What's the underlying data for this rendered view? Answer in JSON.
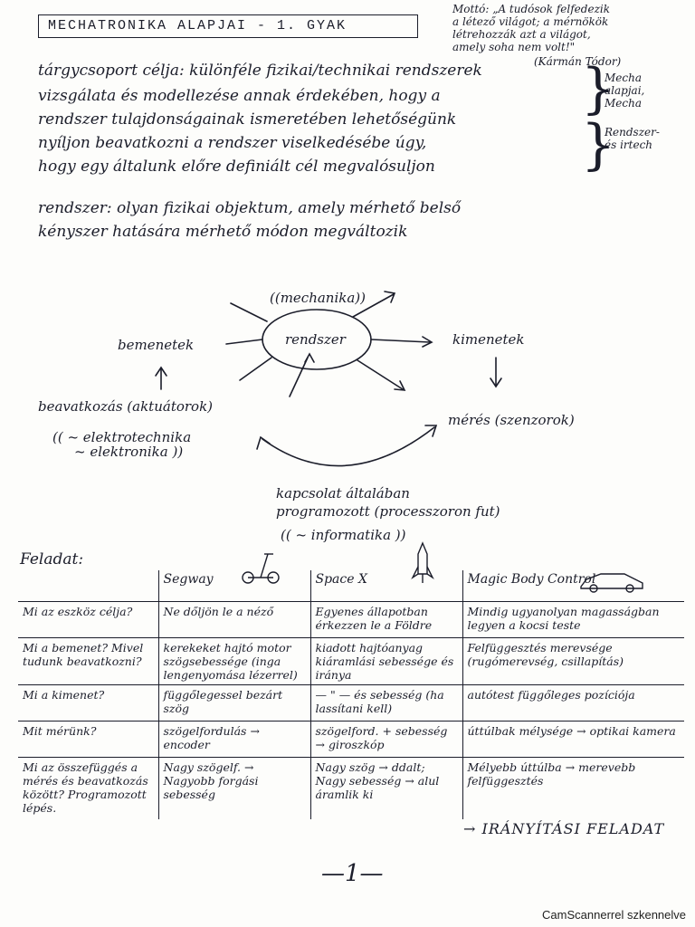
{
  "title": "MECHATRONIKA ALAPJAI - 1. GYAK",
  "motto": [
    "Mottó: „A tudósok felfedezik",
    "a létező világot; a mérnökök",
    "létrehozzák azt a világot,",
    "amely soha nem volt!\"",
    "(Kármán Tódor)"
  ],
  "intro_lines": [
    "tárgycsoport célja: különféle fizikai/technikai rendszerek",
    "vizsgálata és modellezése annak érdekében, hogy a",
    "rendszer tulajdonságainak ismeretében lehetőségünk",
    "nyíljon beavatkozni a rendszer viselkedésébe úgy,",
    "hogy egy általunk előre definiált cél megvalósuljon"
  ],
  "side_notes": {
    "first": [
      "Mecha",
      "alapjai,",
      "Mecha"
    ],
    "second": [
      "Rendszer-",
      "és irtech"
    ]
  },
  "definition_lines": [
    "rendszer: olyan fizikai objektum, amely mérhető belső",
    "kényszer hatására mérhető módon megváltozik"
  ],
  "diagram": {
    "top": "((mechanika))",
    "center": "rendszer",
    "left": "bemenetek",
    "right": "kimenetek",
    "actuation": "beavatkozás (aktuátorok)",
    "elec1": "(( ~ elektrotechnika",
    "elec2": "~ elektronika ))",
    "measure": "mérés (szenzorok)",
    "link1": "kapcsolat általában",
    "link2": "programozott (processzoron fut)",
    "info": "(( ~ informatika ))"
  },
  "tasks_label": "Feladat:",
  "table": {
    "columns": [
      "Segway",
      "Space X",
      "Magic Body Control"
    ],
    "rows": [
      {
        "q": "Mi az eszköz célja?",
        "c": [
          "Ne dőljön le a néző",
          "Egyenes állapotban érkezzen le a Földre",
          "Mindig ugyanolyan magasságban legyen a kocsi teste"
        ]
      },
      {
        "q": "Mi a bemenet? Mivel tudunk beavatkozni?",
        "c": [
          "kerekeket hajtó motor szögsebessége (inga lengenyomása lézerrel)",
          "kiadott hajtóanyag kiáramlási sebessége és iránya",
          "Felfüggesztés merevsége (rugómerevség, csillapítás)"
        ]
      },
      {
        "q": "Mi a kimenet?",
        "c": [
          "függőlegessel bezárt szög",
          "— \" — és sebesség (ha lassítani kell)",
          "autótest függőleges pozíciója"
        ]
      },
      {
        "q": "Mit mérünk?",
        "c": [
          "szögelfordulás → encoder",
          "szögelford. + sebesség → giroszkóp",
          "úttúlbak mélysége → optikai kamera"
        ]
      },
      {
        "q": "Mi az összefüggés a mérés és beavatkozás között? Programozott lépés.",
        "c": [
          "Nagy szögelf. → Nagyobb forgási sebesség",
          "Nagy szög → ddalt; Nagy sebesség → alul áramlik ki",
          "Mélyebb úttúlba → merevebb felfüggesztés"
        ]
      }
    ],
    "conclusion": "→ IRÁNYÍTÁSI FELADAT"
  },
  "page_number": "—1—",
  "scanner": "CamScannerrel szkennelve"
}
